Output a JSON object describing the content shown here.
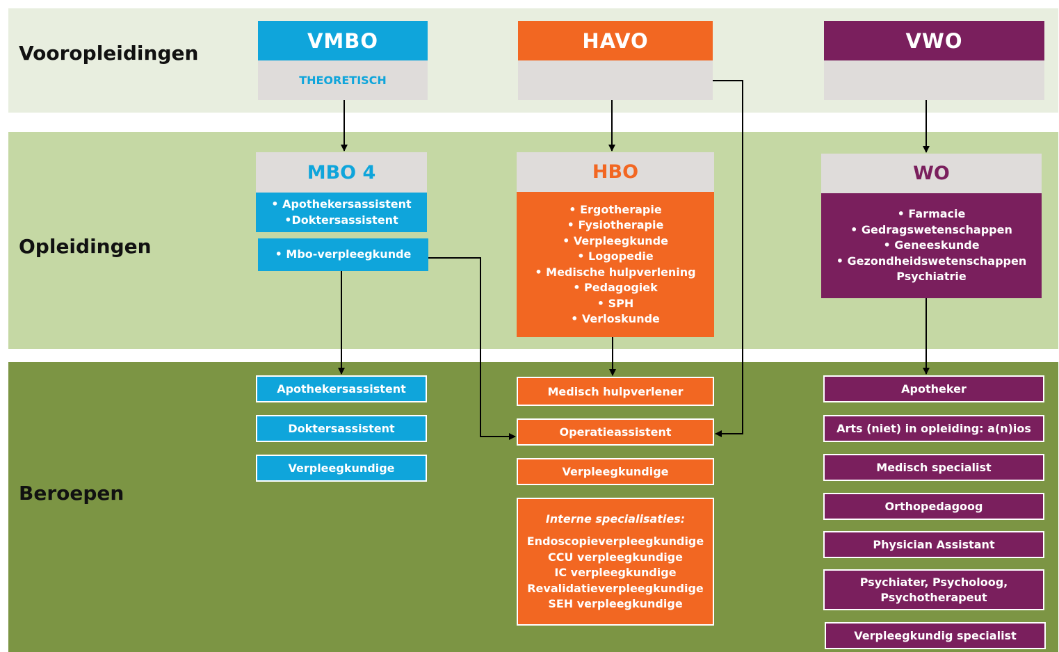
{
  "rows": {
    "vooropleidingen": "Vooropleidingen",
    "opleidingen": "Opleidingen",
    "beroepen": "Beroepen"
  },
  "pre": {
    "vmbo": {
      "title": "VMBO",
      "sub": "THEORETISCH"
    },
    "havo": {
      "title": "HAVO"
    },
    "vwo": {
      "title": "VWO"
    }
  },
  "edu": {
    "mbo": {
      "title": "MBO 4",
      "group1": [
        "• Apothekersassistent",
        "•Doktersassistent"
      ],
      "group2": "• Mbo-verpleegkunde"
    },
    "hbo": {
      "title": "HBO",
      "items": [
        "• Ergotherapie",
        "• Fysiotherapie",
        "• Verpleegkunde",
        "• Logopedie",
        "• Medische hulpverlening",
        "• Pedagogiek",
        "• SPH",
        "• Verloskunde"
      ]
    },
    "wo": {
      "title": "WO",
      "items": [
        "• Farmacie",
        "• Gedragswetenschappen",
        "• Geneeskunde",
        "• Gezondheidswetenschappen",
        "Psychiatrie"
      ]
    }
  },
  "jobs": {
    "mbo": [
      "Apothekersassistent",
      "Doktersassistent",
      "Verpleegkundige"
    ],
    "hbo": [
      "Medisch hulpverlener",
      "Operatieassistent",
      "Verpleegkundige"
    ],
    "hbo_spec": {
      "title": "Interne specialisaties:",
      "items": [
        "Endoscopieverpleegkundige",
        "CCU verpleegkundige",
        "IC verpleegkundige",
        "Revalidatieverpleegkundige",
        "SEH verpleegkundige"
      ]
    },
    "wo": [
      "Apotheker",
      "Arts (niet)  in opleiding: a(n)ios",
      "Medisch specialist",
      "Orthopedagoog",
      "Physician Assistant"
    ],
    "wo_two": [
      "Psychiater, Psycholoog,",
      "Psychotherapeut"
    ],
    "wo_last": "Verpleegkundig specialist"
  },
  "colors": {
    "vmbo_blue": "#0fa5db",
    "havo_orange": "#f26722",
    "vwo_purple": "#7a1f5d",
    "grey": "#dfdcda",
    "band_top": "#e8eedf",
    "band_mid": "#c5d8a4",
    "band_bottom": "#7c9544"
  }
}
